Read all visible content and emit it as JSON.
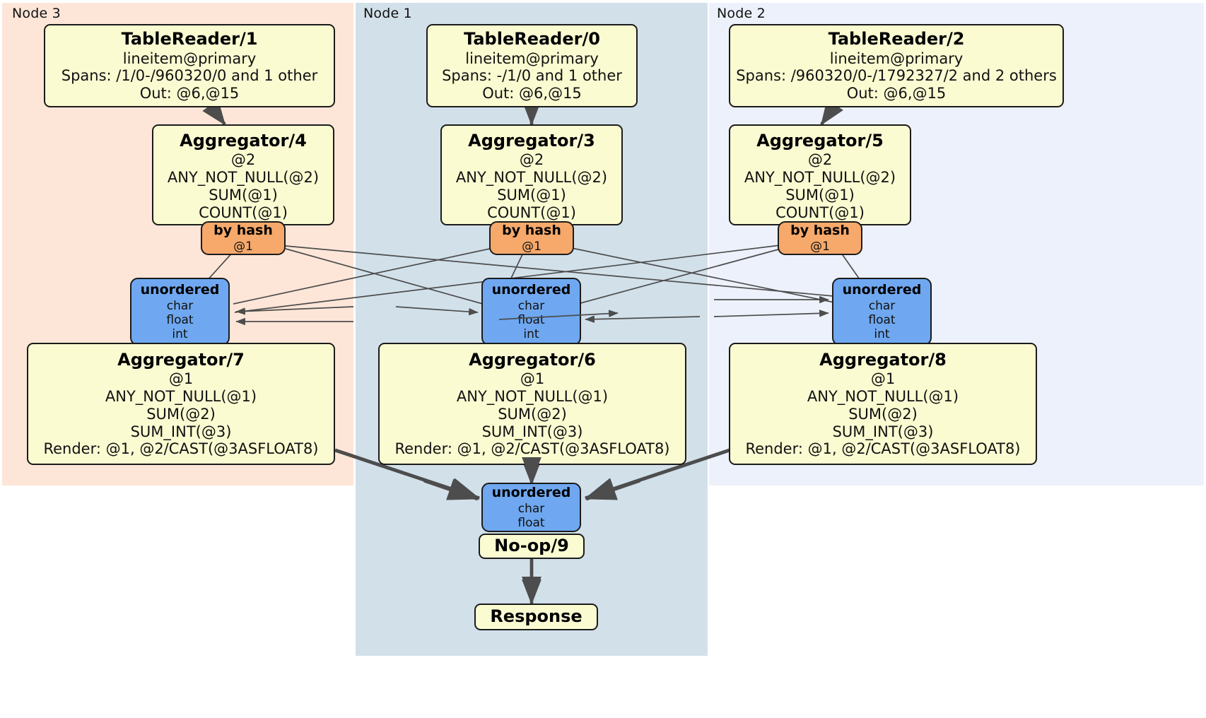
{
  "diagram": {
    "title": "Distributed query plan",
    "colors": {
      "node3_bg": "#fde6d8",
      "node1_bg": "#d2e0ea",
      "node2_bg": "#edf1fb",
      "processor_fill": "#fbfbd2",
      "router_fill": "#f6a96b",
      "synchronizer_fill": "#6fa8f0",
      "stroke": "#1b1b1b",
      "edge": "#4d4d4d"
    }
  },
  "regions": [
    {
      "id": "node3",
      "label": "Node 3"
    },
    {
      "id": "node1",
      "label": "Node 1"
    },
    {
      "id": "node2",
      "label": "Node 2"
    }
  ],
  "nodes": {
    "tablereader1": {
      "title": "TableReader/1",
      "lines": [
        "lineitem@primary",
        "Spans: /1/0-/960320/0 and 1 other",
        "Out: @6,@15"
      ]
    },
    "tablereader0": {
      "title": "TableReader/0",
      "lines": [
        "lineitem@primary",
        "Spans: -/1/0 and 1 other",
        "Out: @6,@15"
      ]
    },
    "tablereader2": {
      "title": "TableReader/2",
      "lines": [
        "lineitem@primary",
        "Spans: /960320/0-/1792327/2 and 2 others",
        "Out: @6,@15"
      ]
    },
    "aggregator4": {
      "title": "Aggregator/4",
      "lines": [
        "@2",
        "ANY_NOT_NULL(@2)",
        "SUM(@1)",
        "COUNT(@1)"
      ]
    },
    "aggregator3": {
      "title": "Aggregator/3",
      "lines": [
        "@2",
        "ANY_NOT_NULL(@2)",
        "SUM(@1)",
        "COUNT(@1)"
      ]
    },
    "aggregator5": {
      "title": "Aggregator/5",
      "lines": [
        "@2",
        "ANY_NOT_NULL(@2)",
        "SUM(@1)",
        "COUNT(@1)"
      ]
    },
    "byhash_left": {
      "title": "by hash",
      "lines": [
        "@1"
      ]
    },
    "byhash_mid": {
      "title": "by hash",
      "lines": [
        "@1"
      ]
    },
    "byhash_right": {
      "title": "by hash",
      "lines": [
        "@1"
      ]
    },
    "unordered_left": {
      "title": "unordered",
      "lines": [
        "char",
        "float",
        "int"
      ]
    },
    "unordered_mid": {
      "title": "unordered",
      "lines": [
        "char",
        "float",
        "int"
      ]
    },
    "unordered_right": {
      "title": "unordered",
      "lines": [
        "char",
        "float",
        "int"
      ]
    },
    "aggregator7": {
      "title": "Aggregator/7",
      "lines": [
        "@1",
        "ANY_NOT_NULL(@1)",
        "SUM(@2)",
        "SUM_INT(@3)",
        "Render: @1, @2/CAST(@3ASFLOAT8)"
      ]
    },
    "aggregator6": {
      "title": "Aggregator/6",
      "lines": [
        "@1",
        "ANY_NOT_NULL(@1)",
        "SUM(@2)",
        "SUM_INT(@3)",
        "Render: @1, @2/CAST(@3ASFLOAT8)"
      ]
    },
    "aggregator8": {
      "title": "Aggregator/8",
      "lines": [
        "@1",
        "ANY_NOT_NULL(@1)",
        "SUM(@2)",
        "SUM_INT(@3)",
        "Render: @1, @2/CAST(@3ASFLOAT8)"
      ]
    },
    "unordered_final": {
      "title": "unordered",
      "lines": [
        "char",
        "float"
      ]
    },
    "noop9": {
      "title": "No-op/9",
      "lines": []
    },
    "response": {
      "title": "Response",
      "lines": []
    }
  }
}
